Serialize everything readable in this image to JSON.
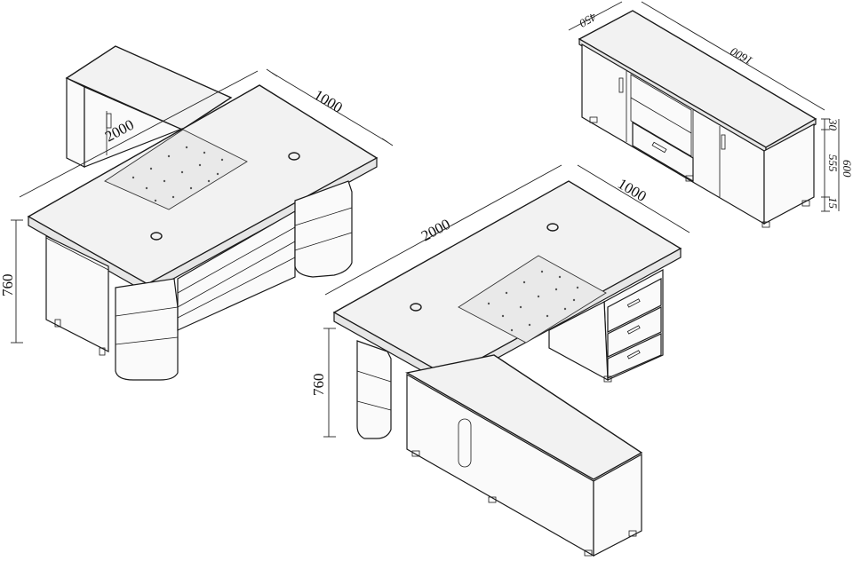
{
  "desk_left": {
    "width_label": "1000",
    "length_label": "2000",
    "height_label": "760"
  },
  "desk_right": {
    "length_label": "2000",
    "width_label": "1000",
    "height_label": "760"
  },
  "credenza": {
    "length_label": "1600",
    "depth_label": "450",
    "top_thickness_label": "30",
    "body_height_label": "555",
    "plinth_label": "15",
    "total_height_label": "600"
  }
}
